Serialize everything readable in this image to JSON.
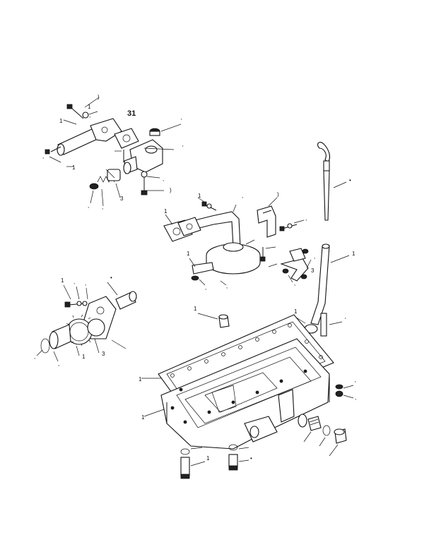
{
  "diagram": {
    "part_number_label": "31",
    "callout_marks": [
      "1",
      ",",
      "3",
      ")",
      "'",
      "•"
    ]
  }
}
